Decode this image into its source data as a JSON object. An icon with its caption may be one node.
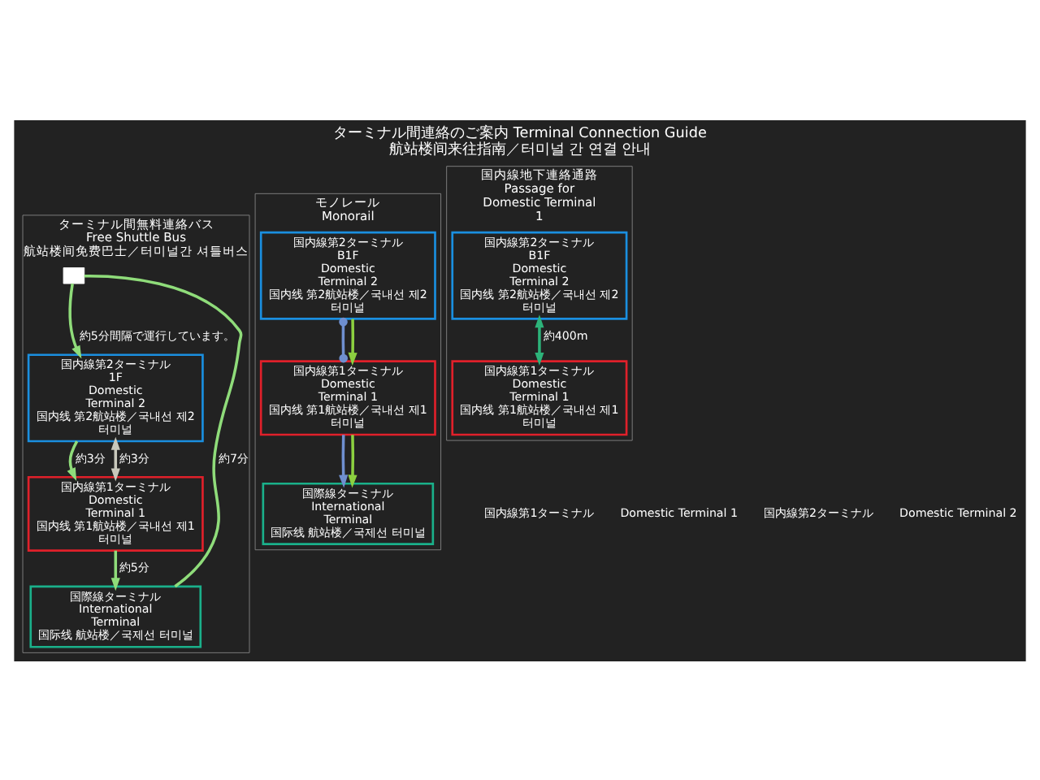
{
  "diagram": {
    "title": "ターミナル間連絡のご案内 Terminal Connection Guide 航站楼间来往指南／터미널 간 연결 안내",
    "nodes": [
      {
        "text": [
          "ターミナル間無料連絡バス",
          "Free Shuttle Bus",
          "航站楼间免费巴士／터미널간 셔틀버스"
        ]
      },
      {
        "text": [],
        "shape": "box",
        "in": 0
      },
      {
        "text": [
          "国内線第2ターミナル",
          "1F",
          "Domestic Terminal 2",
          "国内线 第2航站楼／국내선 제2 터미널"
        ],
        "in": 0
      },
      {
        "text": [
          "国内線第1ターミナル",
          "Domestic Terminal 1",
          "国内线 第1航站楼／국내선 제1 터미널"
        ],
        "in": 0
      },
      {
        "text": [
          "国際線ターミナル",
          "International Terminal",
          "国际线 航站楼／국제선 터미널"
        ],
        "in": 0
      },
      {
        "text": [
          "モノレール",
          "Monorail"
        ]
      },
      {
        "text": [
          "国内線第2ターミナル",
          "B1F",
          "Domestic Terminal 2",
          "国内线 第2航站楼／국내선 제2 터미널"
        ],
        "in": 5
      },
      {
        "text": [
          "国内線第1ターミナル",
          "Domestic Terminal 1",
          "国内线 第1航站楼／국내선 제1 터미널"
        ],
        "in": 5
      },
      {
        "text": [
          "国際線ターミナル",
          "International Terminal",
          "国际线 航站楼／국제선 터미널"
        ],
        "in": 5
      },
      {
        "text": [
          "国内線地下連絡通路",
          "Passage for Domestic Terminal 1"
        ]
      },
      {
        "text": [
          "国内線第2ターミナル",
          "B1F",
          "Domestic Terminal 2",
          "国内线 第2航站楼／국내선 제2 터미널"
        ],
        "in": 9
      },
      {
        "text": [
          "国内線第1ターミナル",
          "Domestic Terminal 1",
          "国内线 第1航站楼／국내선 제1 터미널"
        ],
        "in": 9
      }
    ],
    "edges": [
      {
        "from": 1,
        "to": 2,
        "arrow": "to",
        "label": "約5分間隔で運行しています。"
      },
      {
        "from": 2,
        "to": 3,
        "arrow": "to",
        "label": "約3分"
      },
      {
        "from": 2,
        "to": 3,
        "arrow": "both",
        "label": "約3分",
        "color": "#c8c8bc"
      },
      {
        "from": 3,
        "to": 4,
        "arrow": "to",
        "label": "約5分"
      },
      {
        "from": 4,
        "to": 1,
        "arrow": "none",
        "label": "約7分"
      },
      {
        "from": 6,
        "to": 7,
        "arrow": "other",
        "color": "#6f8fd0"
      },
      {
        "from": 7,
        "to": 8,
        "arrow": "to",
        "color": "#6f8fd0"
      },
      {
        "from": 6,
        "to": 7,
        "arrow": "to",
        "color": "#8cd040"
      },
      {
        "from": 7,
        "to": 8,
        "arrow": "to",
        "color": "#8cd040"
      },
      {
        "from": 10,
        "to": 11,
        "arrow": "both",
        "label": "約400m",
        "color": "#2db37a"
      }
    ],
    "labels": [
      "国内線第1ターミナル",
      "Domestic Terminal 1",
      "国内線第2ターミナル",
      "Domestic Terminal 2"
    ]
  }
}
